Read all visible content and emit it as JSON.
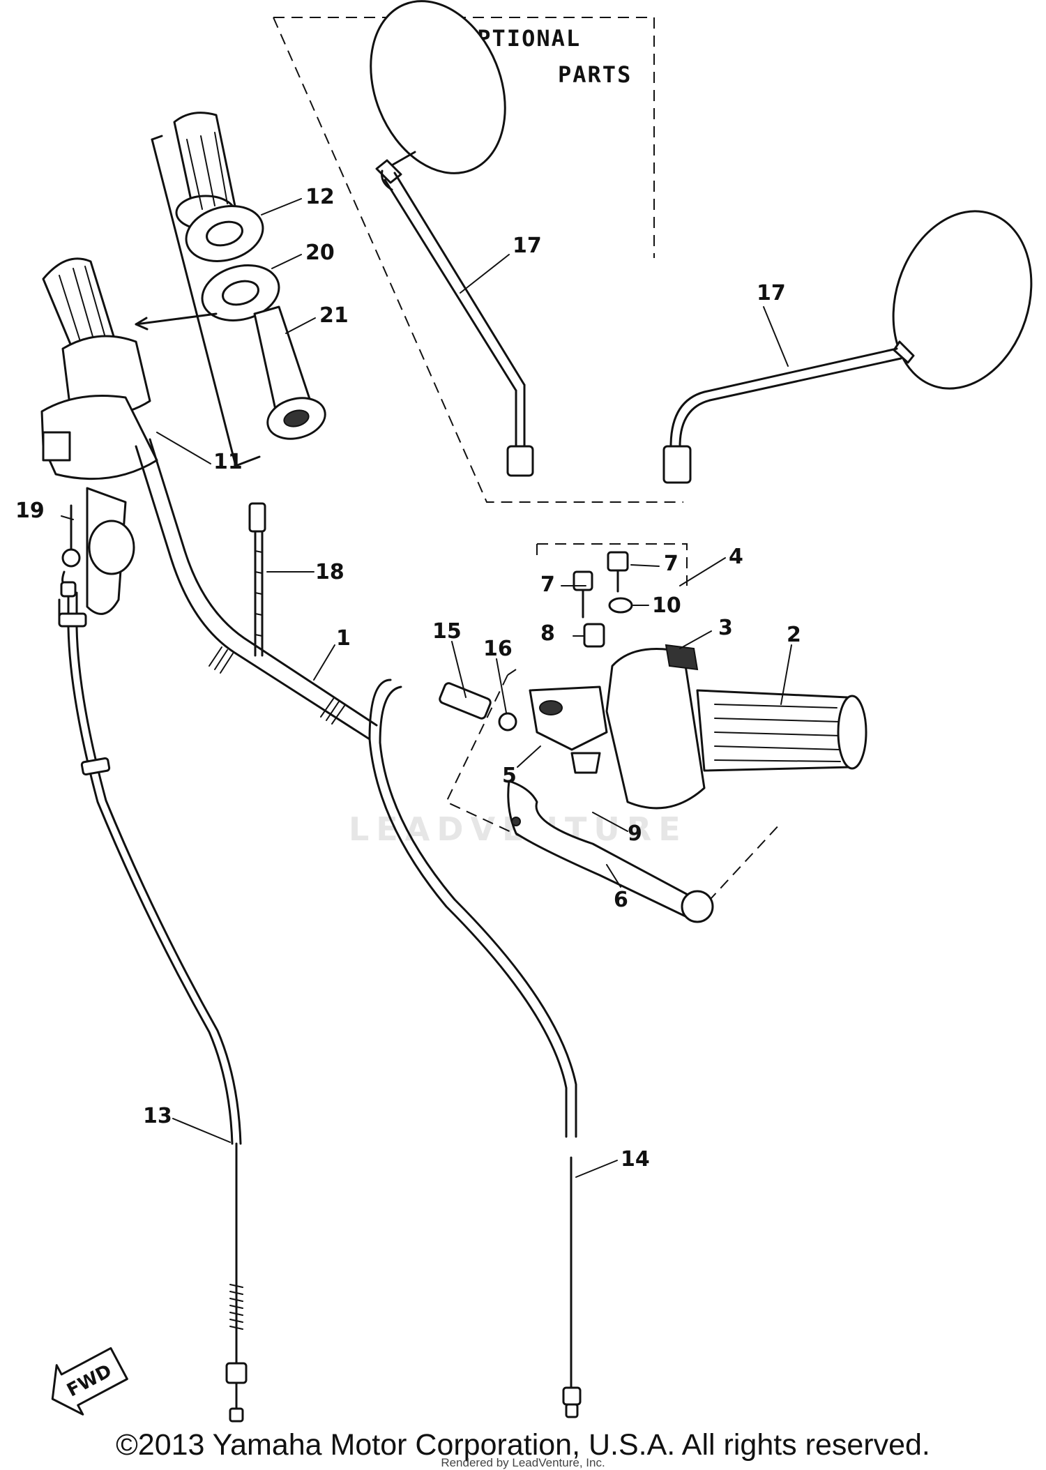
{
  "optional_box": {
    "line1": "OPTIONAL",
    "line2": "PARTS"
  },
  "labels": {
    "p1": "1",
    "p2": "2",
    "p3": "3",
    "p4": "4",
    "p5": "5",
    "p6": "6",
    "p7a": "7",
    "p7b": "7",
    "p8": "8",
    "p9": "9",
    "p10": "10",
    "p11": "11",
    "p12": "12",
    "p13": "13",
    "p14": "14",
    "p15": "15",
    "p16": "16",
    "p17a": "17",
    "p17b": "17",
    "p18": "18",
    "p19": "19",
    "p20": "20",
    "p21": "21"
  },
  "fwd_arrow": "FWD",
  "watermark": "LEADVENTURE",
  "copyright": "©2013 Yamaha Motor Corporation, U.S.A. All rights reserved.",
  "rendered_by": "Rendered by LeadVenture, Inc."
}
